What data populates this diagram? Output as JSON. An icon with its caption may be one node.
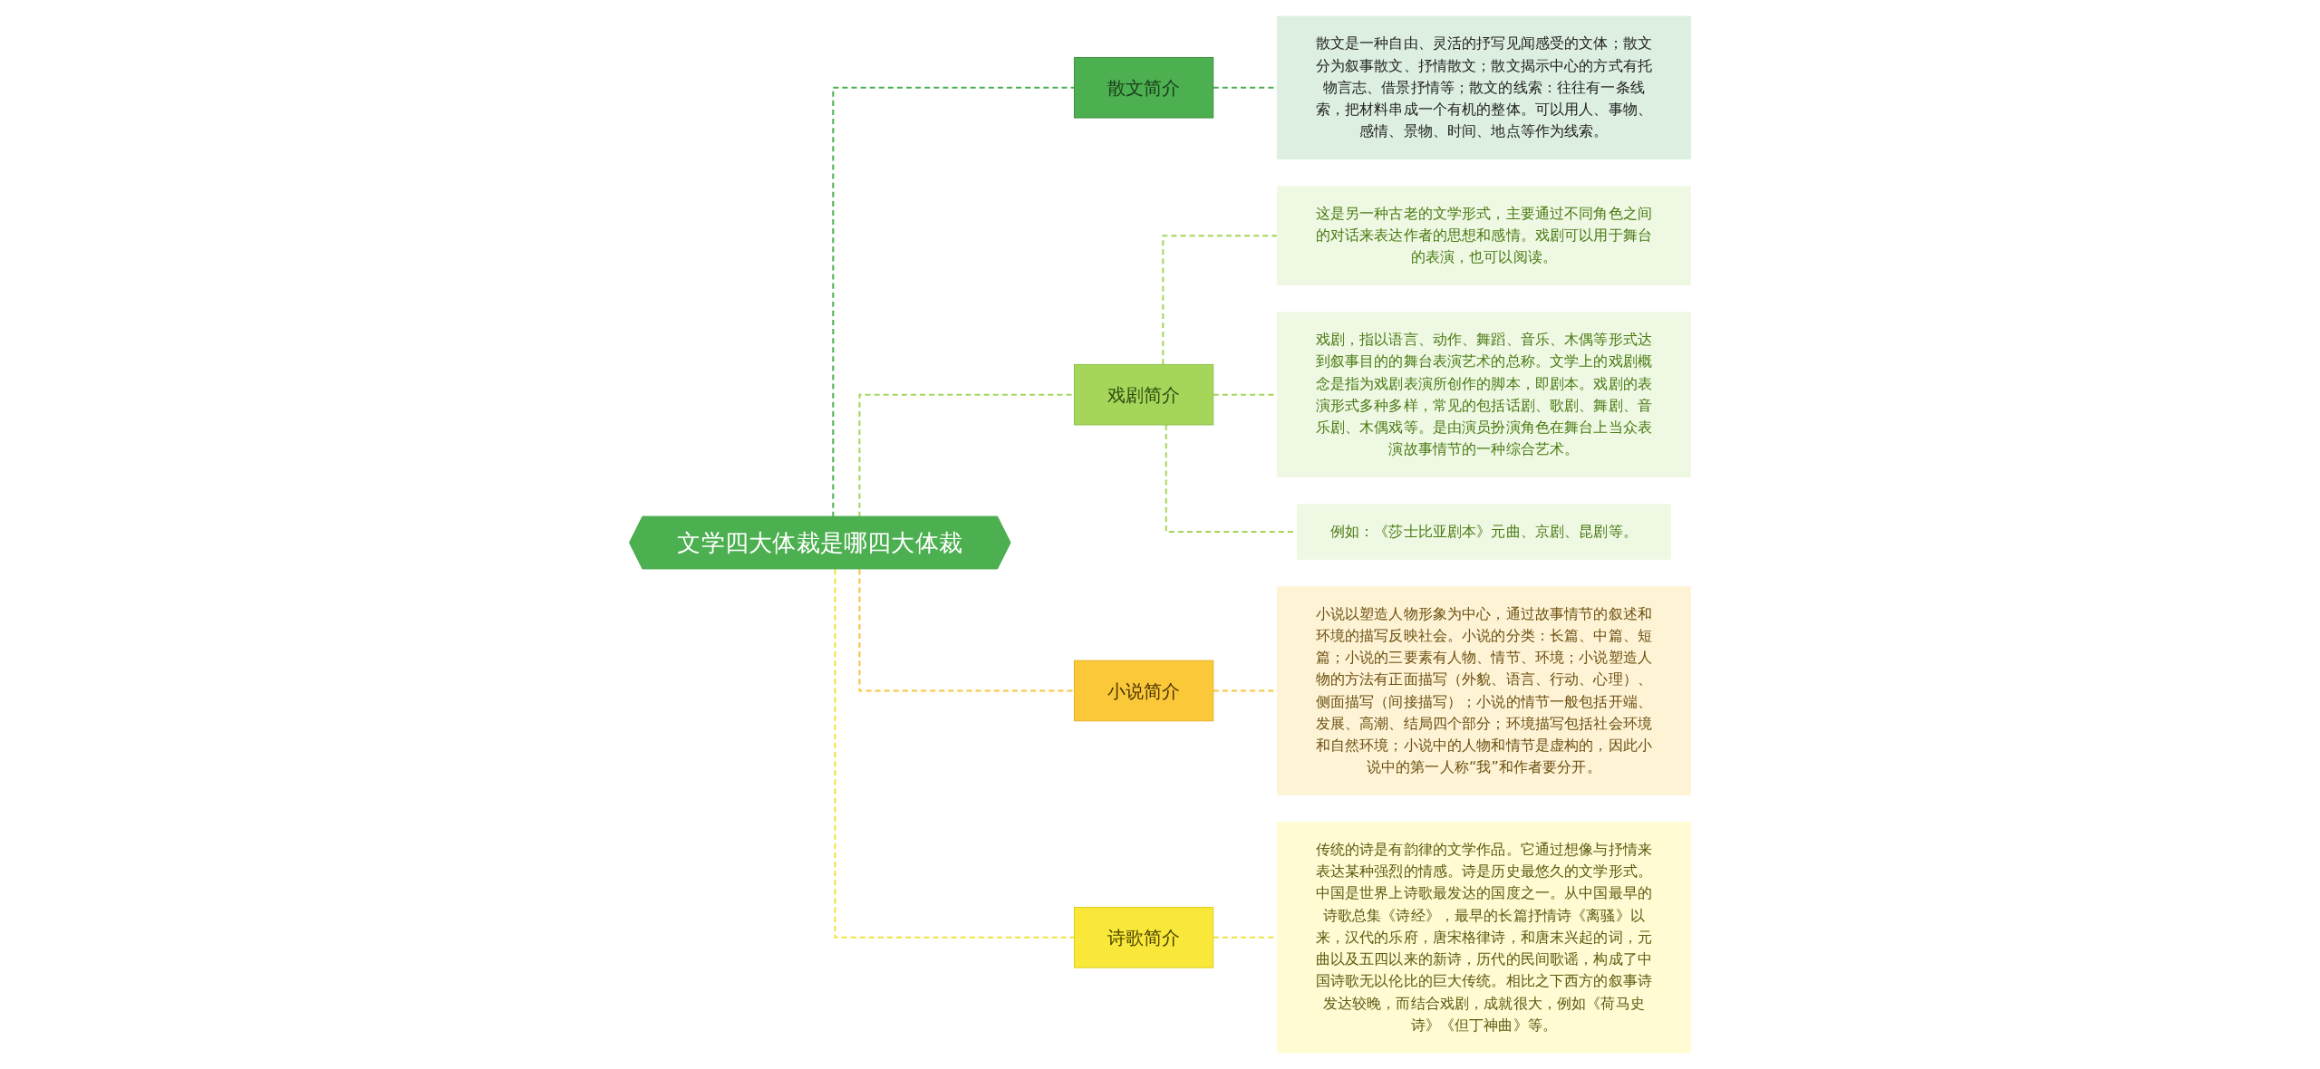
{
  "diagram": {
    "nodes": [
      {
        "text": [
          "文学四大体裁是哪四大体裁"
        ]
      },
      {
        "text": [
          "散文简介"
        ]
      },
      {
        "text": [
          "散文是一种自由、灵活的抒写见闻感受的文体；散文分为叙事散文、抒情散文；散文揭示中心的方式有托物言志、借景抒情等；散文的线索：往往有一条线索，把材料串成一个有机的整体。可以用人、事物、感情、景物、时间、地点等作为线索。"
        ]
      },
      {
        "text": [
          "戏剧简介"
        ]
      },
      {
        "text": [
          "这是另一种古老的文学形式，主要通过不同角色之间的对话来表达作者的思想和感情。戏剧可以用于舞台的表演，也可以阅读。"
        ]
      },
      {
        "text": [
          "戏剧，指以语言、动作、舞蹈、音乐、木偶等形式达到叙事目的的舞台表演艺术的总称。文学上的戏剧概念是指为戏剧表演所创作的脚本，即剧本。戏剧的表演形式多种多样，常见的包括话剧、歌剧、舞剧、音乐剧、木偶戏等。是由演员扮演角色在舞台上当众表演故事情节的一种综合艺术。"
        ]
      },
      {
        "text": [
          "例如：《莎士比亚剧本》元曲、京剧、昆剧等。"
        ]
      },
      {
        "text": [
          "小说简介"
        ]
      },
      {
        "text": [
          "小说以塑造人物形象为中心，通过故事情节的叙述和环境的描写反映社会。小说的分类：长篇、中篇、短篇；小说的三要素有人物、情节、环境；小说塑造人物的方法有正面描写（外貌、语言、行动、心理）、侧面描写（间接描写）；小说的情节一般包括开端、发展、高潮、结局四个部分；环境描写包括社会环境和自然环境；小说中的人物和情节是虚构的，因此小说中的第一人称“我”和作者要分开。"
        ]
      },
      {
        "text": [
          "诗歌简介"
        ]
      },
      {
        "text": [
          "传统的诗是有韵律的文学作品。它通过想像与抒情来表达某种强烈的情感。诗是历史最悠久的文学形式。中国是世界上诗歌最发达的国度之一。从中国最早的诗歌总集《诗经》，最早的长篇抒情诗《离骚》以来，汉代的乐府，唐宋格律诗，和唐末兴起的词，元曲以及五四以来的新诗，历代的民间歌谣，构成了中国诗歌无以伦比的巨大传统。相比之下西方的叙事诗发达较晚，而结合戏剧，成就很大，例如《荷马史诗》《但丁神曲》等。"
        ]
      }
    ],
    "edges": [
      {
        "from": 0,
        "to": 1,
        "arrow": "none",
        "style": "dashed",
        "color": "#4caf50"
      },
      {
        "from": 1,
        "to": 2,
        "arrow": "none",
        "style": "dashed",
        "color": "#4caf50"
      },
      {
        "from": 0,
        "to": 3,
        "arrow": "none",
        "style": "dashed",
        "color": "#a5d65a"
      },
      {
        "from": 3,
        "to": 4,
        "arrow": "none",
        "style": "dashed",
        "color": "#a5d65a"
      },
      {
        "from": 3,
        "to": 5,
        "arrow": "none",
        "style": "dashed",
        "color": "#a5d65a"
      },
      {
        "from": 3,
        "to": 6,
        "arrow": "none",
        "style": "dashed",
        "color": "#a5d65a"
      },
      {
        "from": 0,
        "to": 7,
        "arrow": "none",
        "style": "dashed",
        "color": "#f5c542"
      },
      {
        "from": 7,
        "to": 8,
        "arrow": "none",
        "style": "dashed",
        "color": "#f5c542"
      },
      {
        "from": 0,
        "to": 9,
        "arrow": "none",
        "style": "dashed",
        "color": "#f0e23c"
      },
      {
        "from": 9,
        "to": 10,
        "arrow": "none",
        "style": "dashed",
        "color": "#f0e23c"
      }
    ]
  }
}
